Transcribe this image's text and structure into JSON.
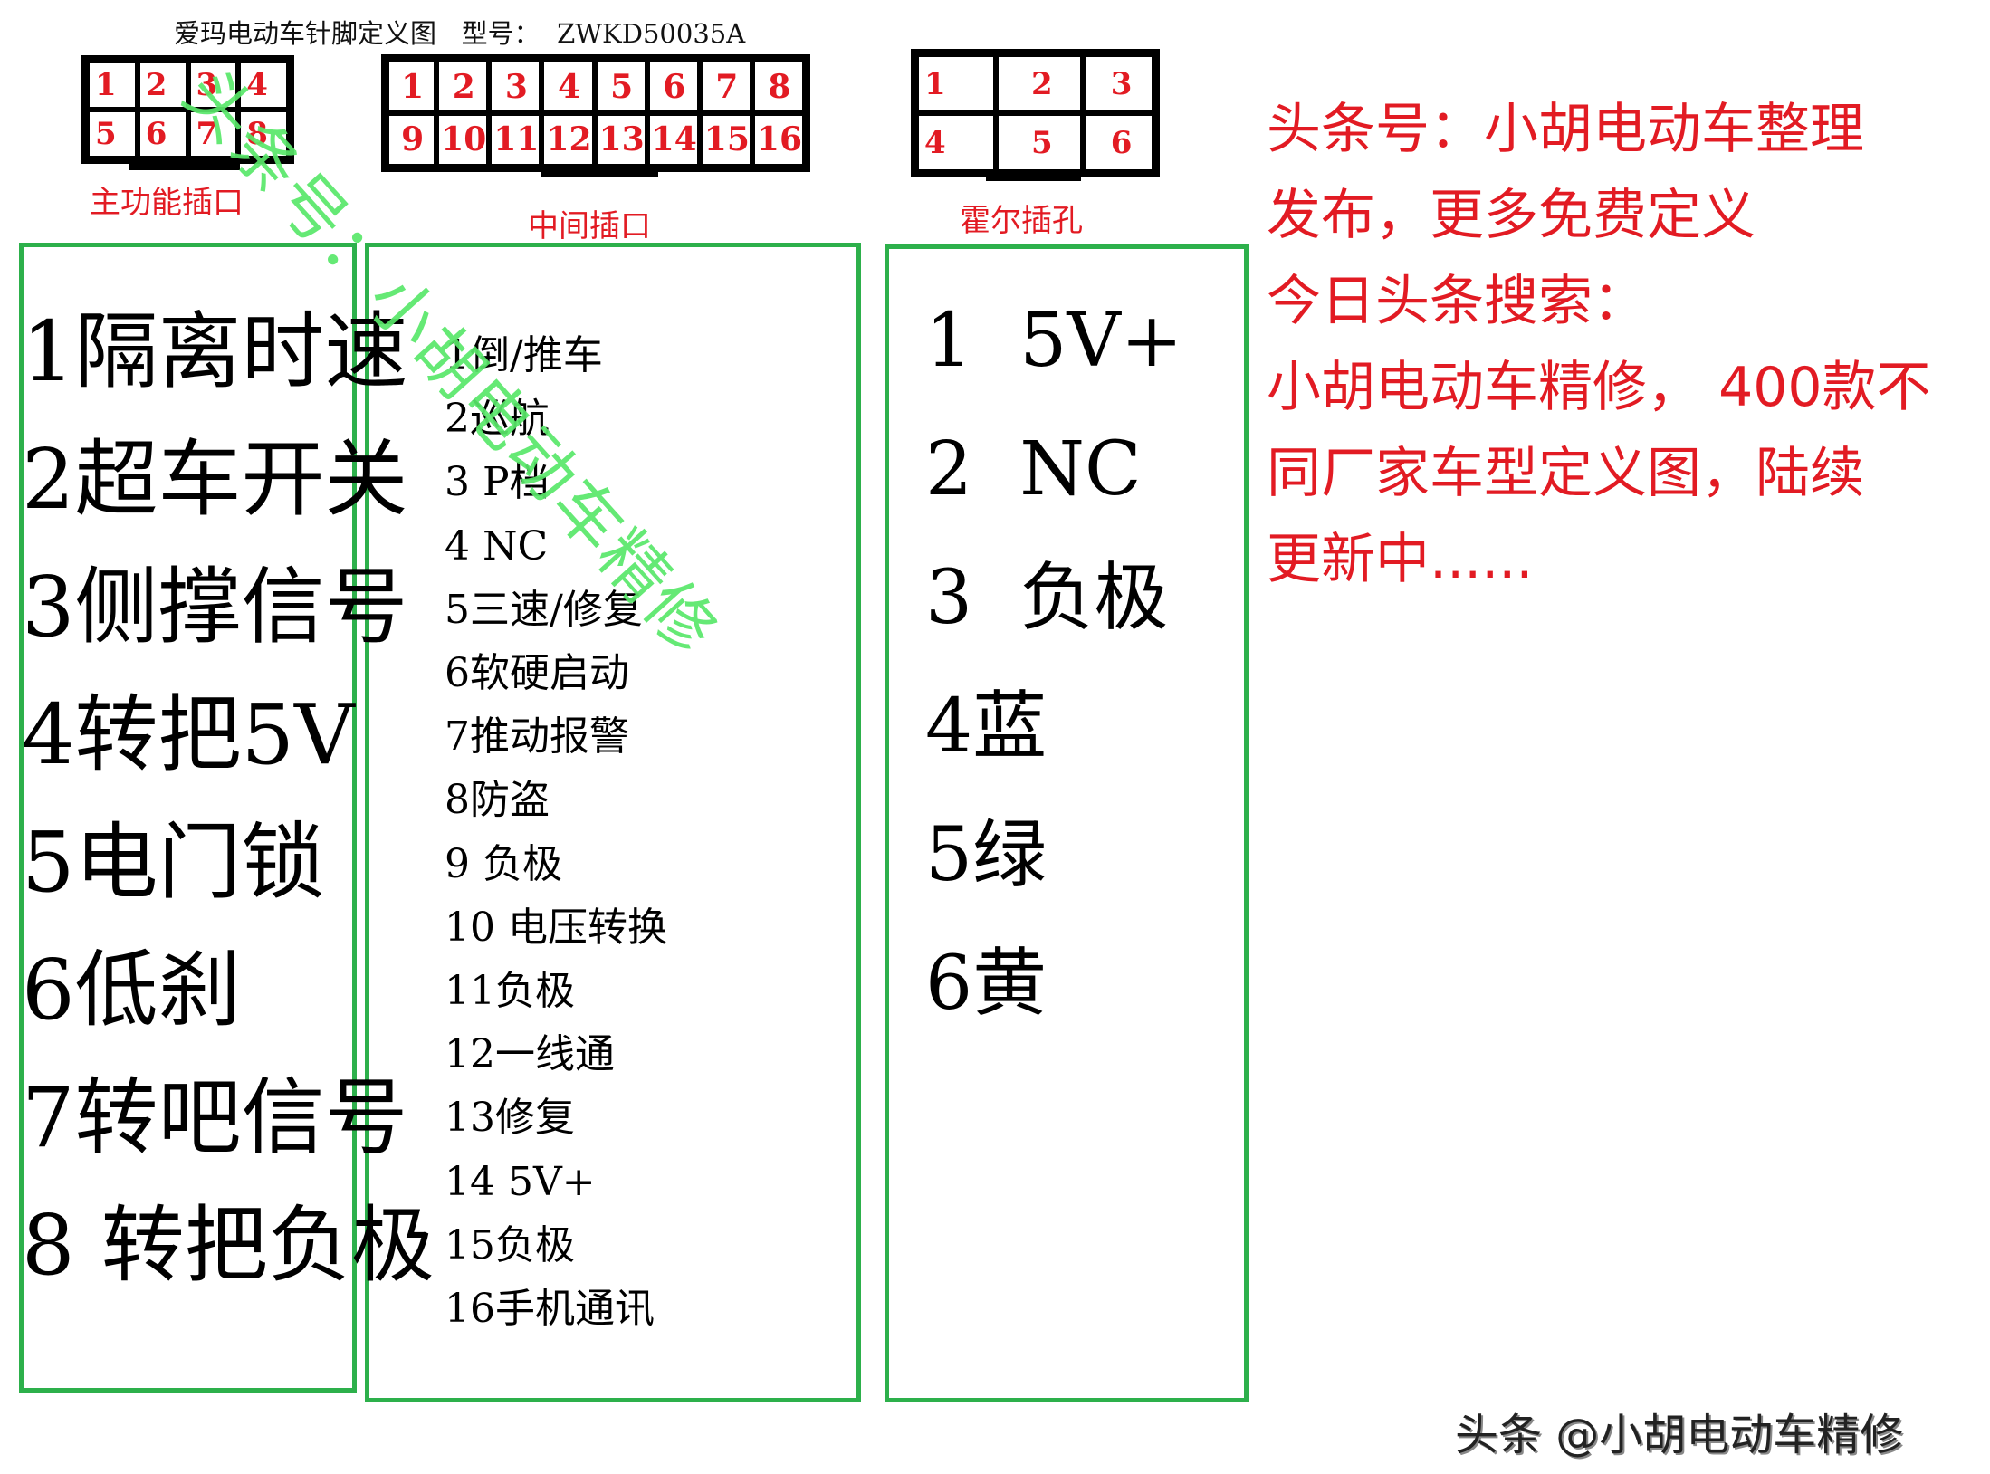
{
  "title": "爱玛电动车针脚定义图   型号：  ZWKD50035A",
  "colors": {
    "pin_number": "#e21b23",
    "box_border": "#2db04b",
    "watermark": "#59e86a",
    "info_text": "#e21b23"
  },
  "connectors": {
    "main": {
      "label": "主功能插口",
      "pins": [
        "1",
        "2",
        "3",
        "4",
        "5",
        "6",
        "7",
        "8"
      ]
    },
    "middle": {
      "label": "中间插口",
      "pins": [
        "1",
        "2",
        "3",
        "4",
        "5",
        "6",
        "7",
        "8",
        "9",
        "10",
        "11",
        "12",
        "13",
        "14",
        "15",
        "16"
      ]
    },
    "hall": {
      "label": "霍尔插孔",
      "pins": [
        "1",
        "2",
        "3",
        "4",
        "5",
        "6"
      ]
    }
  },
  "main_definitions": [
    "1隔离时速",
    "2超车开关",
    "3侧撑信号",
    "4转把5V",
    "5电门锁",
    "6低刹",
    "7转吧信号",
    "8 转把负极"
  ],
  "middle_definitions": [
    "1倒/推车",
    "2巡航",
    "3 P档",
    "4 NC",
    "5三速/修复",
    "6软硬启动",
    "7推动报警",
    "8防盗",
    "9 负极",
    "10 电压转换",
    "11负极",
    "12一线通",
    "13修复",
    "14 5V+",
    "15负极",
    "16手机通讯"
  ],
  "hall_definitions": [
    "1  5V+",
    "2  NC",
    "3  负极",
    "4蓝",
    "5绿",
    "6黄"
  ],
  "info_lines": [
    "头条号：小胡电动车整理",
    "发布，更多免费定义",
    "今日头条搜索：",
    "小胡电动车精修， 400款不",
    "同厂家车型定义图，陆续",
    "更新中......"
  ],
  "watermark": "头条号：小胡电动车精修",
  "footer": "头条 @小胡电动车精修"
}
